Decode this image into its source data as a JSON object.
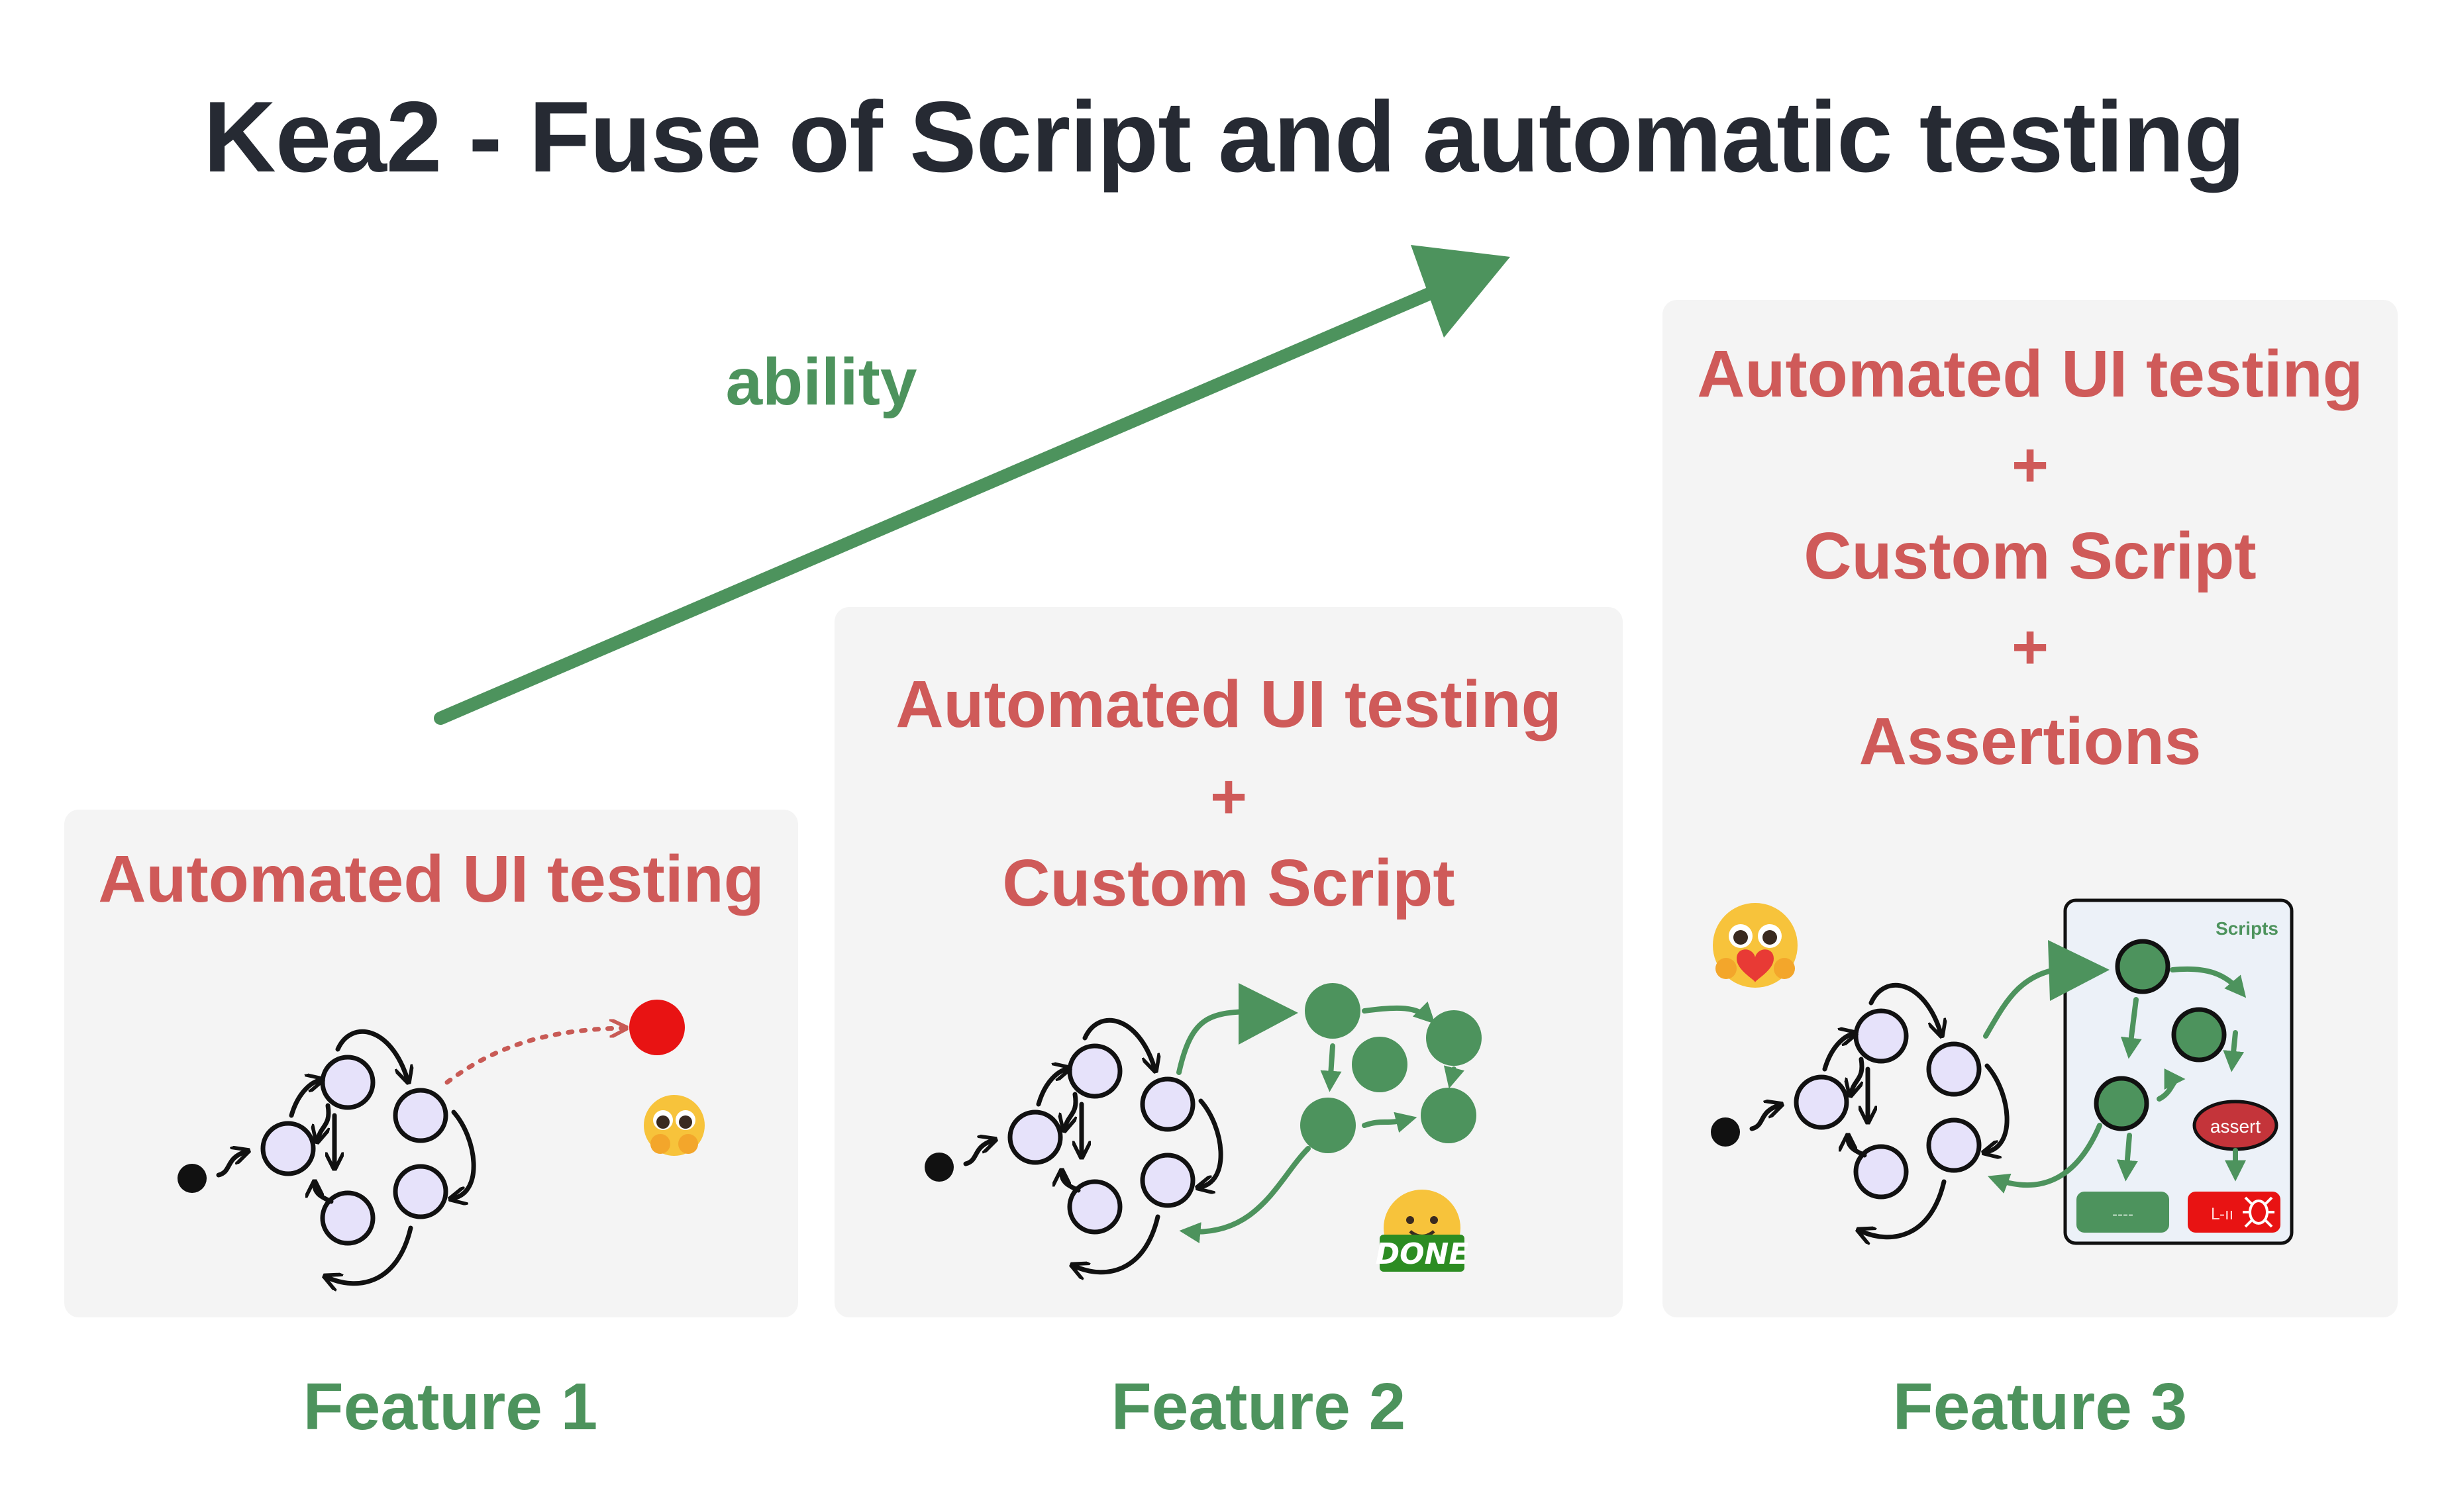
{
  "title": "Kea2 - Fuse of Script and automatic testing",
  "arrow_label": "ability",
  "colors": {
    "accent_green": "#4d935d",
    "accent_red": "#cf5a59",
    "title_text": "#262a33",
    "card_bg": "#f4f4f4",
    "node_fill": "#e6e2fa",
    "bug_red": "#e81313"
  },
  "features": [
    {
      "label": "Feature 1",
      "lines": [
        "Automated UI testing"
      ]
    },
    {
      "label": "Feature 2",
      "lines": [
        "Automated UI testing",
        "+",
        "Custom Script"
      ]
    },
    {
      "label": "Feature 3",
      "lines": [
        "Automated UI testing",
        "+",
        "Custom Script",
        "+",
        "Assertions"
      ]
    }
  ],
  "scripts_panel": {
    "title": "Scripts",
    "assert_label": "assert",
    "green_badge": "----",
    "red_badge": "ᒪ-ıı"
  },
  "done_badge": "DONE",
  "icons": [
    "pleading-face-icon",
    "smiling-face-done-icon",
    "hugging-heart-face-icon",
    "bug-icon",
    "state-graph-icon",
    "ability-arrow-icon"
  ]
}
